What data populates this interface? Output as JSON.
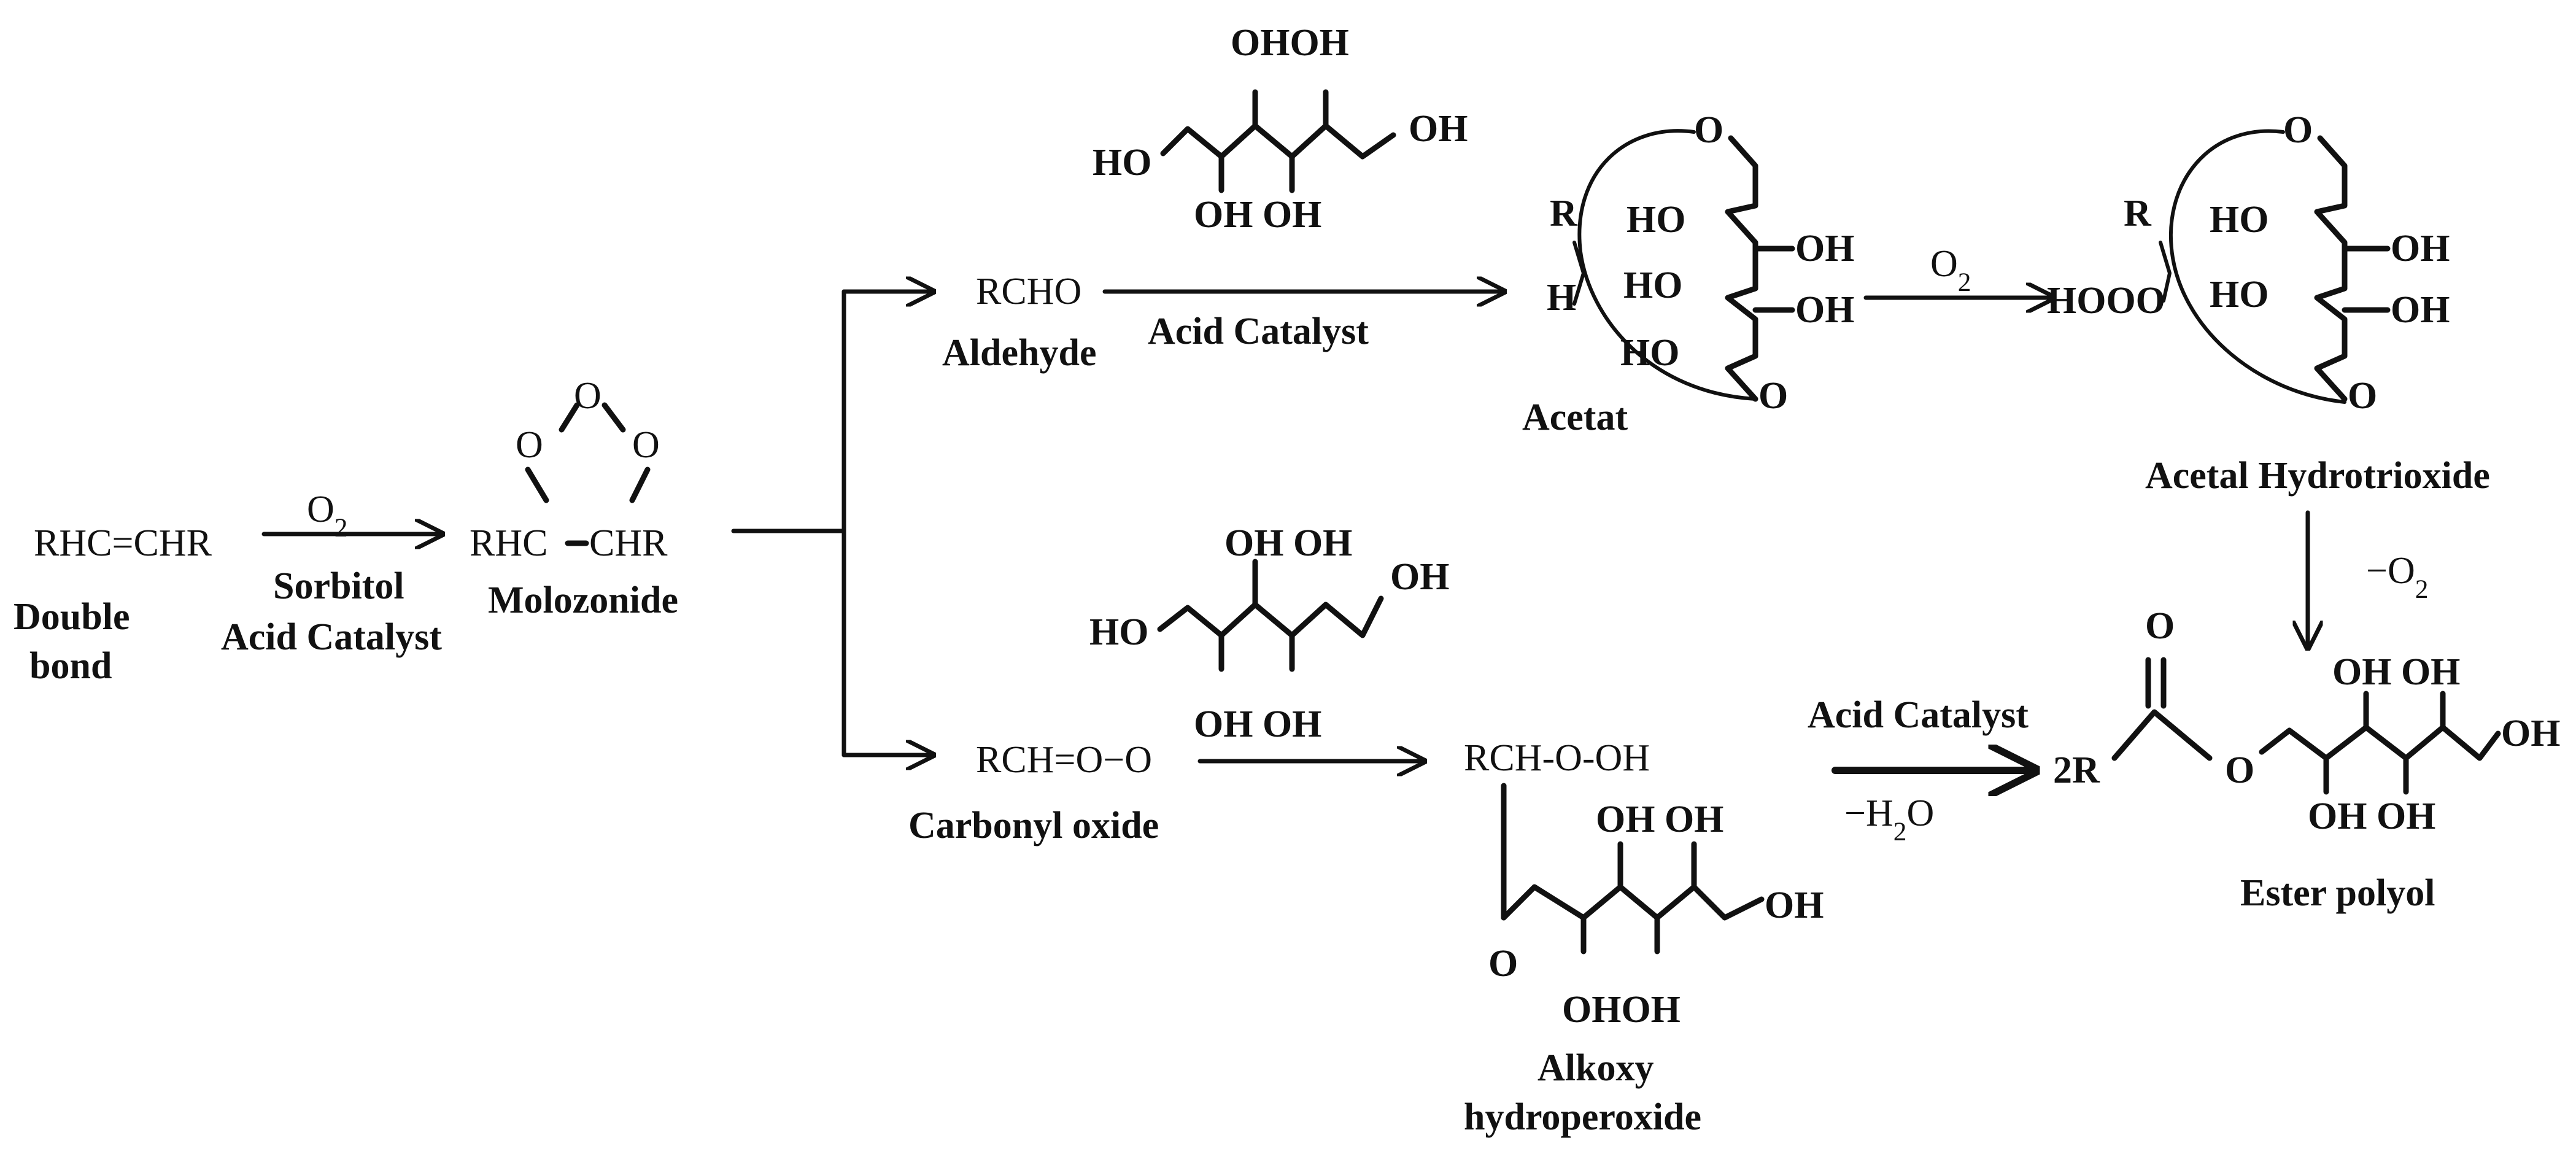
{
  "reactant": {
    "formula": "RHC=CHR",
    "name_line1": "Double",
    "name_line2": "bond"
  },
  "step1": {
    "top": "O2",
    "mid": "Sorbitol",
    "bottom": "Acid Catalyst"
  },
  "molozonide": {
    "o_top": "O",
    "o_left": "O",
    "o_right": "O",
    "left": "RHC",
    "right": "CHR",
    "name": "Molozonide"
  },
  "upper_branch": {
    "product": "RCHO",
    "product_name": "Aldehyde",
    "arrow_label": "Acid Catalyst",
    "sorbitol": {
      "top": "OHOH",
      "left": "HO",
      "right": "OH",
      "bottom": "OH OH"
    }
  },
  "acetal": {
    "name": "Acetat",
    "r": "R",
    "h": "H",
    "o_top": "O",
    "ho1": "HO",
    "oh1": "OH",
    "ho2": "HO",
    "oh2": "OH",
    "ho3": "HO",
    "o_bottom": "O"
  },
  "step_o2": {
    "label": "O2"
  },
  "hydrotrioxide": {
    "name": "Acetal Hydrotrioxide",
    "r": "R",
    "hooo": "HOOO",
    "o_top": "O",
    "ho1": "HO",
    "oh1": "OH",
    "ho2": "HO",
    "oh2": "OH",
    "o_bottom": "O"
  },
  "step_minus_o2": {
    "label": "−O2"
  },
  "lower_branch": {
    "product": "RCH=O−O",
    "product_name": "Carbonyl oxide",
    "sorbitol": {
      "top": "OH OH",
      "left": "HO",
      "right": "OH",
      "bottom": "OH OH"
    }
  },
  "alkoxy": {
    "formula": "RCH-O-OH",
    "top": "OH OH",
    "right": "OH",
    "o": "O",
    "bottom": "OHOH",
    "name_line1": "Alkoxy",
    "name_line2": "hydroperoxide"
  },
  "step_final": {
    "top": "Acid Catalyst",
    "bottom": "−H2O"
  },
  "ester": {
    "o_top": "O",
    "r": "2R",
    "o_ring": "O",
    "oh_top": "OH OH",
    "oh_right": "OH",
    "oh_bottom": "OH OH",
    "name": "Ester polyol"
  }
}
